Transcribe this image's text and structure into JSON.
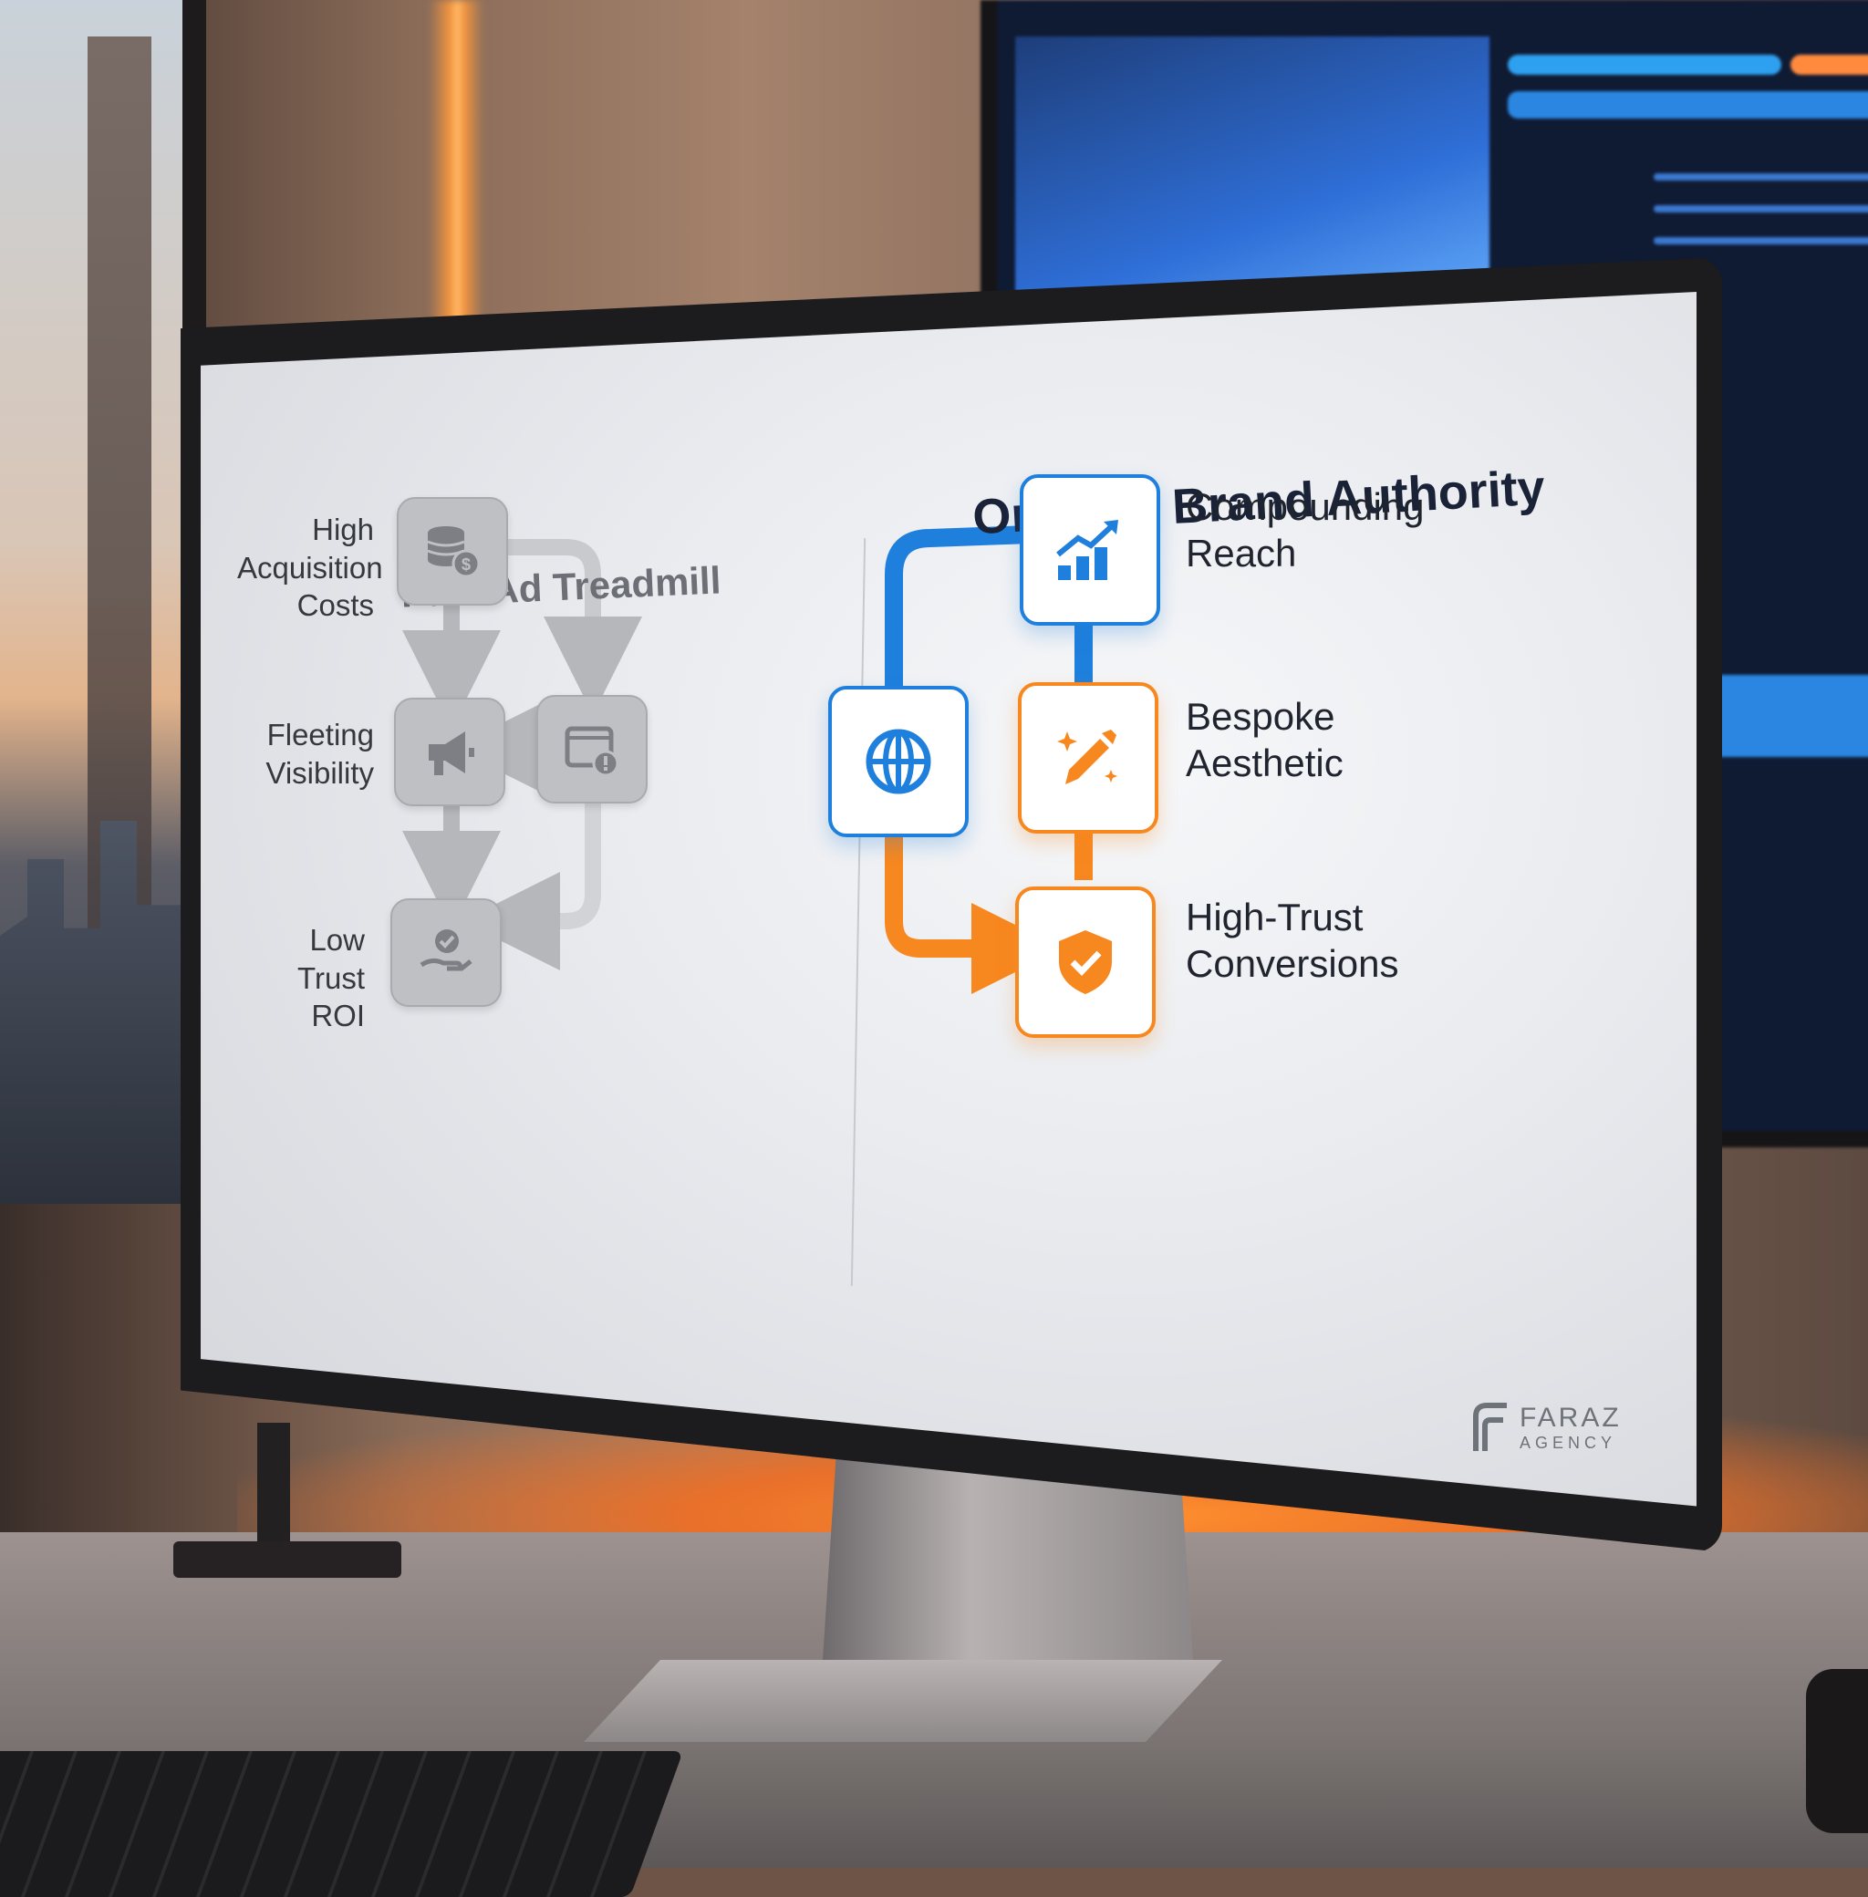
{
  "left_panel": {
    "title": "Paid Ad Treadmill",
    "steps": [
      {
        "label_lines": [
          "High",
          "Acquisition",
          "Costs"
        ],
        "icon": "database-dollar-icon"
      },
      {
        "label_lines": [
          "Fleeting",
          "Visibility"
        ],
        "icon": "megaphone-icon"
      },
      {
        "label_lines": [
          "Low Trust",
          "ROI"
        ],
        "icon": "hand-check-icon"
      }
    ],
    "side_icon": "browser-alert-icon"
  },
  "right_panel": {
    "title": "Organic Brand Authority",
    "steps": [
      {
        "label_lines": [
          "Compounding",
          "Reach"
        ],
        "icon": "growth-chart-icon"
      },
      {
        "label_lines": [
          "Bespoke",
          "Aesthetic"
        ],
        "icon": "magic-pencil-icon"
      },
      {
        "label_lines": [
          "High-Trust",
          "Conversions"
        ],
        "icon": "shield-check-icon"
      }
    ],
    "side_icon": "globe-icon"
  },
  "logo": {
    "name": "FARAZ",
    "sub": "AGENCY"
  },
  "colors": {
    "blue": "#1e7fdc",
    "orange": "#f7871f",
    "grey_tile": "#bfc0c3",
    "dark_text": "#1a2238"
  }
}
